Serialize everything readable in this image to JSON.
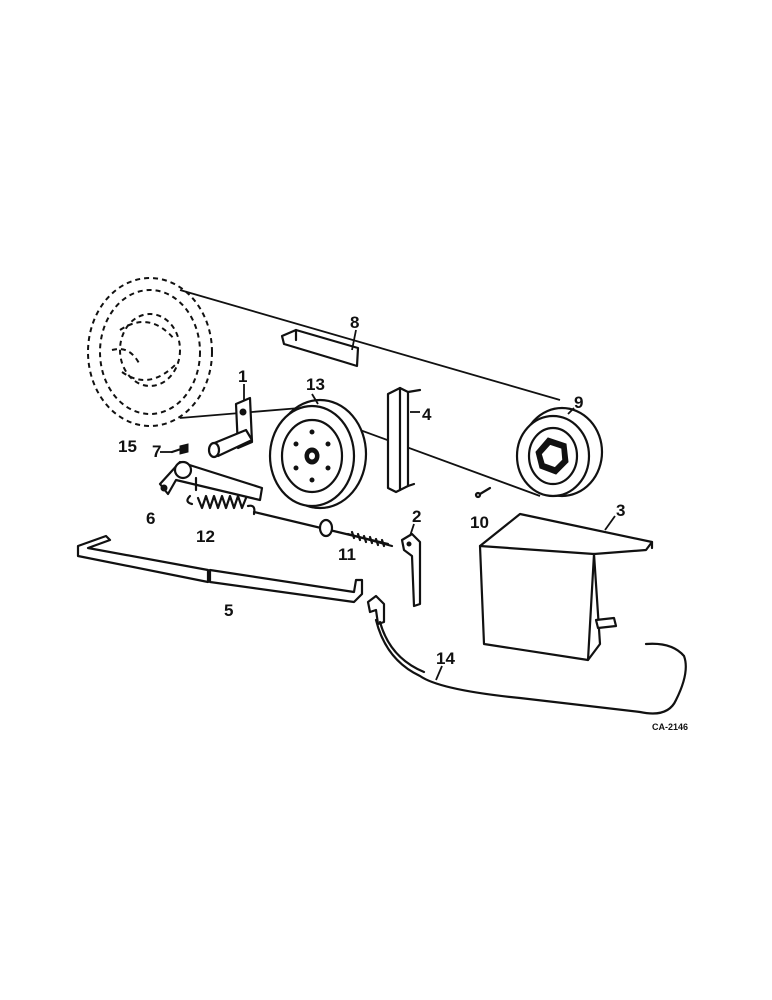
{
  "callouts": {
    "c1": "1",
    "c2": "2",
    "c3": "3",
    "c4": "4",
    "c5": "5",
    "c6": "6",
    "c7": "7",
    "c8": "8",
    "c9": "9",
    "c10": "10",
    "c11": "11",
    "c12": "12",
    "c13": "13",
    "c14": "14",
    "c15": "15"
  },
  "reference_code": "CA-2146"
}
